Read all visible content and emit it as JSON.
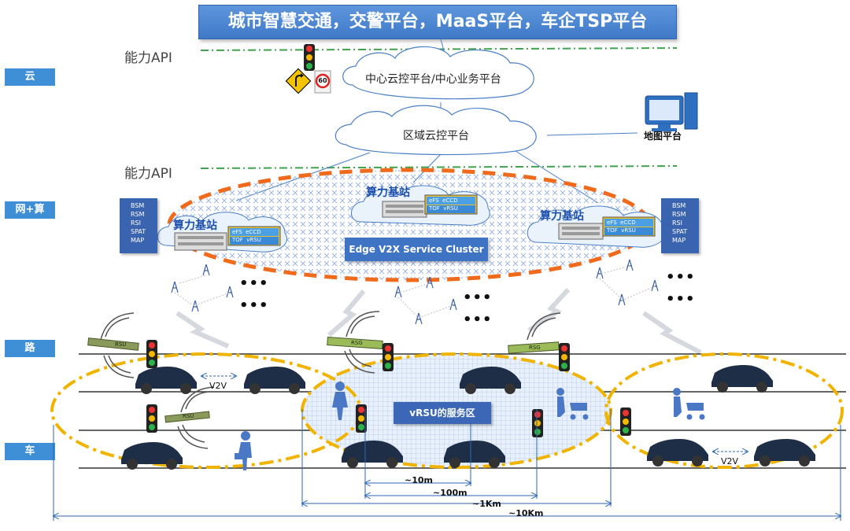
{
  "banner": "城市智慧交通，交警平台，MaaS平台，车企TSP平台",
  "layers": {
    "cloud": "云",
    "network": "网+算",
    "road": "路",
    "vehicle": "车"
  },
  "api_labels": [
    "能力API",
    "能力API"
  ],
  "central_cloud": "中心云控平台/中心业务平台",
  "regional_cloud": "区域云控平台",
  "map_platform": "地图平台",
  "speed_sign": "60",
  "message_box": [
    "BSM",
    "RSM",
    "RSI",
    "SPAT",
    "MAP"
  ],
  "base_station": "算力基站",
  "board_labels": [
    "eFS",
    "eCCD",
    "TOF",
    "vRSU"
  ],
  "cluster": "Edge V2X Service Cluster",
  "dots": "•••",
  "rsu_labels": [
    "RSU",
    "RSG",
    "RSG",
    "RSU"
  ],
  "v2v": "V2V",
  "vrsu_zone": "vRSU的服务区",
  "distances": [
    "~10m",
    "~100m",
    "~1Km",
    "~10Km"
  ],
  "colors": {
    "banner": "#4a85d2",
    "layer_tag": "#3f8fd6",
    "orange_dash": "#ef6a1b",
    "yellow_dash": "#f0b400",
    "api_line": "#3fa34d",
    "car": "#1f2e47"
  }
}
